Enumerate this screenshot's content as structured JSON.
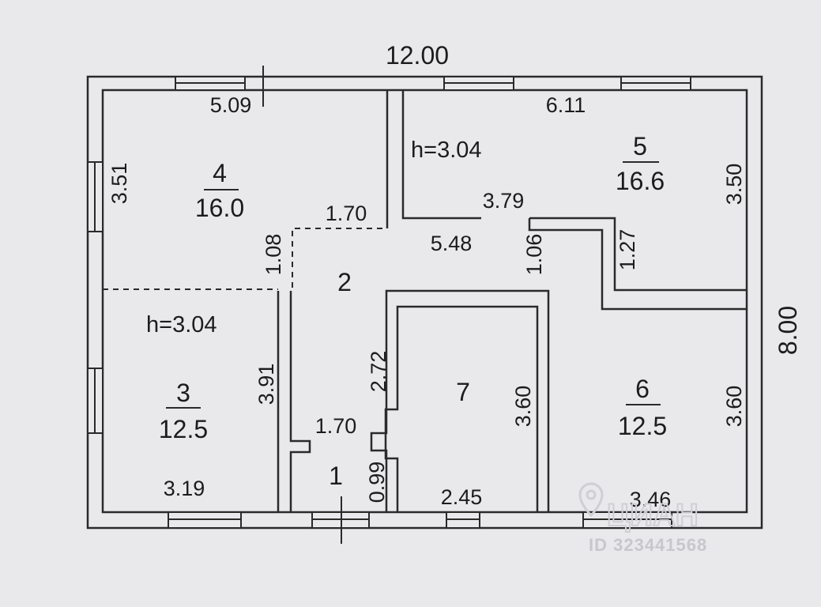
{
  "plan": {
    "overall_width": "12.00",
    "overall_height": "8.00",
    "rooms": [
      {
        "number": "4",
        "area": "16.0"
      },
      {
        "number": "5",
        "area": "16.6"
      },
      {
        "number": "2",
        "area": ""
      },
      {
        "number": "3",
        "area": "12.5"
      },
      {
        "number": "7",
        "area": ""
      },
      {
        "number": "6",
        "area": "12.5"
      },
      {
        "number": "1",
        "area": ""
      }
    ],
    "ceiling_height_labels": [
      "h=3.04",
      "h=3.04"
    ],
    "dimensions": [
      "5.09",
      "6.11",
      "3.51",
      "3.50",
      "1.70",
      "3.79",
      "5.48",
      "1.08",
      "1.06",
      "1.27",
      "2.72",
      "3.91",
      "3.60",
      "3.60",
      "1.70",
      "0.99",
      "3.19",
      "2.45",
      "3.46"
    ]
  },
  "watermark": {
    "brand": "ЦИАН",
    "id_text": "ID 323441568"
  }
}
